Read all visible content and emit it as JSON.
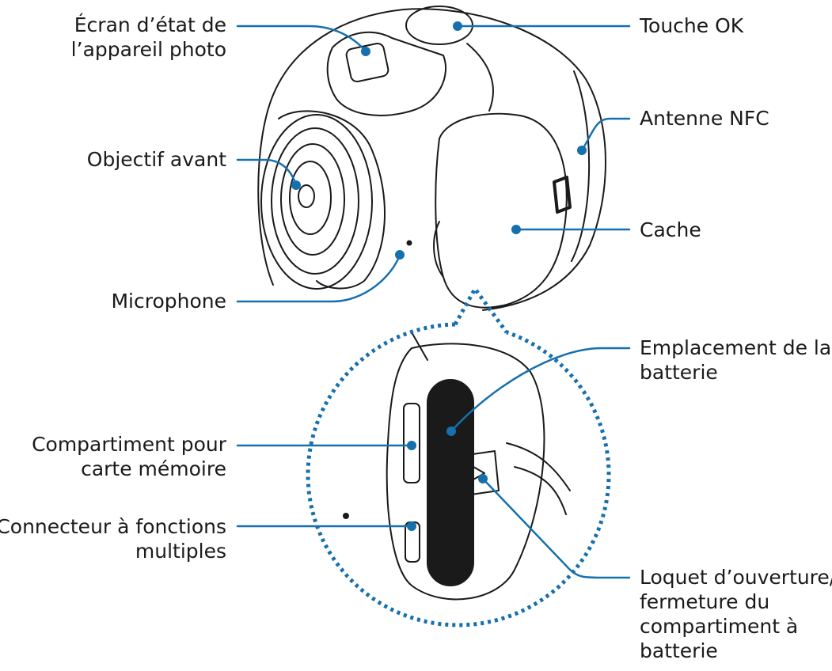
{
  "labels": {
    "status_screen": [
      "Écran d’état de",
      "l’appareil photo"
    ],
    "front_lens": [
      "Objectif avant"
    ],
    "microphone": [
      "Microphone"
    ],
    "memory_card_slot": [
      "Compartiment pour",
      "carte mémoire"
    ],
    "multipurpose_jack": [
      "Connecteur à fonctions",
      "multiples"
    ],
    "ok_key": [
      "Touche OK"
    ],
    "nfc_antenna": [
      "Antenne NFC"
    ],
    "cover": [
      "Cache"
    ],
    "battery_slot": [
      "Emplacement de la",
      "batterie"
    ],
    "battery_latch": [
      "Loquet d’ouverture/",
      "fermeture du",
      "compartiment à",
      "batterie"
    ]
  },
  "colors": {
    "callout": "#1670ad",
    "outline": "#1a1a1a",
    "text": "#1a1a1a"
  }
}
